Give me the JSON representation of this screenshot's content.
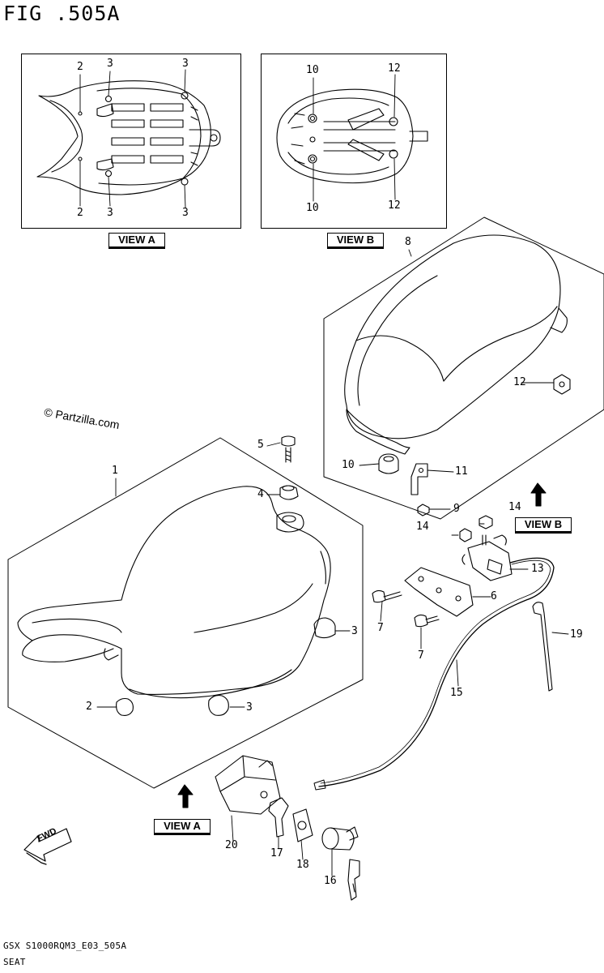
{
  "figure": {
    "title": "FIG .505A",
    "footer_code": "GSX S1000RQM3_E03_505A",
    "footer_name": "SEAT",
    "watermark": "© Partzilla.com"
  },
  "views": {
    "a_label": "VIEW A",
    "b_label": "VIEW B"
  },
  "fwd_label": "FWD",
  "callouts": {
    "va_2_top": "2",
    "va_3_top_left": "3",
    "va_3_top_right": "3",
    "va_2_bottom": "2",
    "va_3_bottom_left": "3",
    "va_3_bottom_right": "3",
    "vb_10_top": "10",
    "vb_12_top": "12",
    "vb_10_bottom": "10",
    "vb_12_bottom": "12",
    "p1": "1",
    "p2": "2",
    "p3_left": "3",
    "p3_right": "3",
    "p4": "4",
    "p5": "5",
    "p6": "6",
    "p7_upper": "7",
    "p7_lower": "7",
    "p8": "8",
    "p9": "9",
    "p10": "10",
    "p11": "11",
    "p12": "12",
    "p13": "13",
    "p14_left": "14",
    "p14_right": "14",
    "p15": "15",
    "p16": "16",
    "p17": "17",
    "p18": "18",
    "p19": "19",
    "p20": "20"
  }
}
